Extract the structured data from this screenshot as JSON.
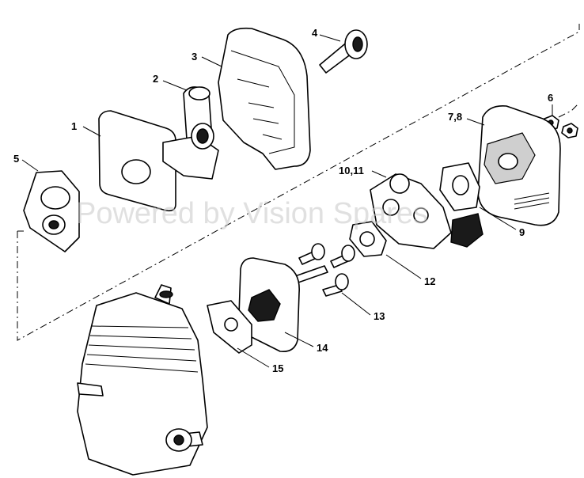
{
  "watermark": "Powered by Vision Spares",
  "callouts": {
    "c1": "1",
    "c2": "2",
    "c3": "3",
    "c4": "4",
    "c5": "5",
    "c6": "6",
    "c78": "7,8",
    "c9": "9",
    "c1011": "10,11",
    "c12": "12",
    "c13": "13",
    "c14": "14",
    "c15": "15"
  }
}
